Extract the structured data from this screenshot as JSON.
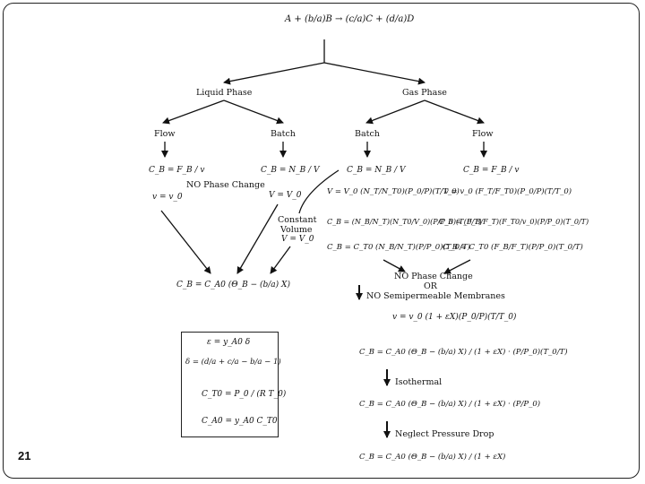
{
  "slide": {
    "number": "21"
  },
  "reaction": {
    "equation": "A + (b/a)B → (c/a)C + (d/a)D"
  },
  "nodes": {
    "liquid": "Liquid Phase",
    "gas": "Gas Phase",
    "liquid_flow": "Flow",
    "liquid_batch": "Batch",
    "gas_batch": "Batch",
    "gas_flow": "Flow",
    "no_phase_change": "NO Phase Change",
    "constant_volume_1": "Constant",
    "constant_volume_2": "Volume",
    "no_phase_change_or_1": "NO Phase Change",
    "no_phase_change_or_2": "OR",
    "no_membranes": "NO Semipermeable Membranes",
    "isothermal": "Isothermal",
    "neglect_pressure": "Neglect Pressure Drop"
  },
  "equations": {
    "liq_flow_cb": "C_B = F_B / v",
    "liq_flow_v": "v = v_0",
    "liq_batch_cb": "C_B = N_B / V",
    "liq_batch_v": "V = V_0",
    "const_vol_v": "V = V_0",
    "liquid_result": "C_B = C_A0 (Θ_B − (b/a) X)",
    "gas_batch_cb": "C_B = N_B / V",
    "gas_batch_v": "V = V_0 (N_T/N_T0)(P_0/P)(T/T_0)",
    "gas_batch_cb2": "C_B = (N_B/N_T)(N_T0/V_0)(P/P_0)(T_0/T)",
    "gas_batch_cb3": "C_B = C_T0 (N_B/N_T)(P/P_0)(T_0/T)",
    "gas_flow_cb": "C_B = F_B / v",
    "gas_flow_v": "v = v_0 (F_T/F_T0)(P_0/P)(T/T_0)",
    "gas_flow_cb2": "C_B = (F_B/F_T)(F_T0/v_0)(P/P_0)(T_0/T)",
    "gas_flow_cb3": "C_B = C_T0 (F_B/F_T)(P/P_0)(T_0/T)",
    "v_expansion": "v = v_0 (1 + εX)(P_0/P)(T/T_0)",
    "cb_general": "C_B = C_A0 (Θ_B − (b/a) X) / (1 + εX) · (P/P_0)(T_0/T)",
    "cb_isothermal": "C_B = C_A0 (Θ_B − (b/a) X) / (1 + εX) · (P/P_0)",
    "cb_final": "C_B = C_A0 (Θ_B − (b/a) X) / (1 + εX)",
    "box_epsilon": "ε = y_A0 δ",
    "box_delta": "δ = (d/a + c/a − b/a − 1)",
    "box_ct0": "C_T0 = P_0 / (R T_0)",
    "box_ca0": "C_A0 = y_A0 C_T0"
  }
}
